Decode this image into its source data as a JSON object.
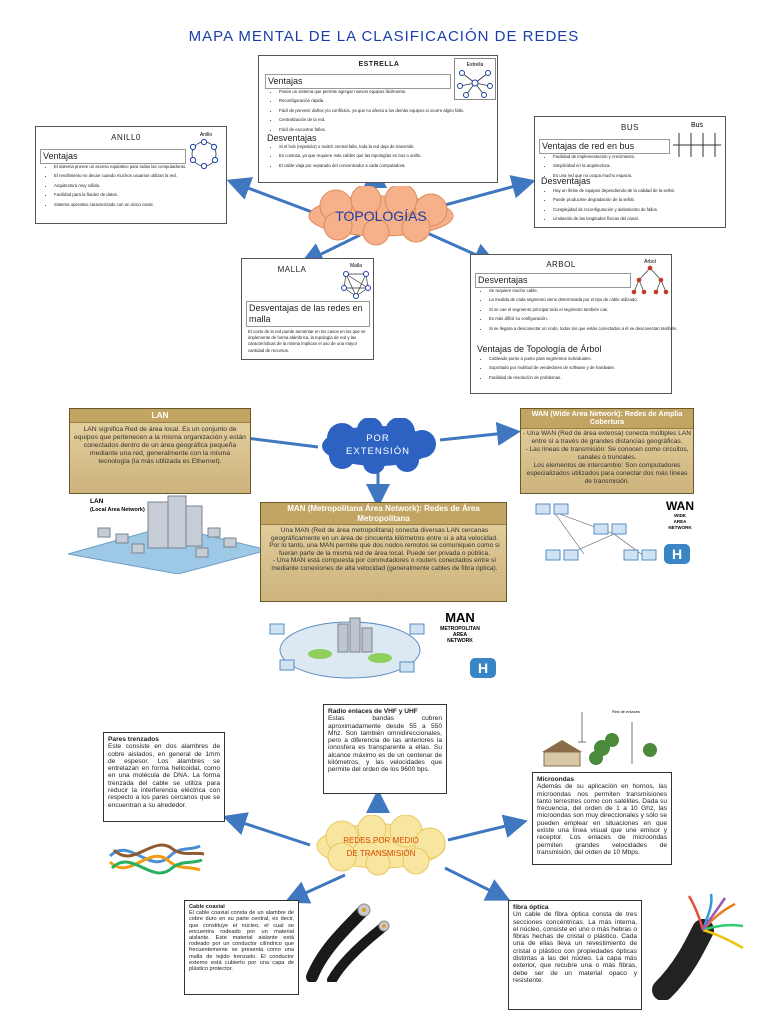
{
  "title": "MAPA MENTAL DE LA CLASIFICACIÓN DE REDES",
  "colors": {
    "title": "#1a3fa8",
    "arrow": "#3f78c0",
    "cloud_orange": "#f6b08a",
    "cloud_blue": "#2e62c2",
    "cloud_yellow": "#f8e6a0",
    "lan_header": "#c2a463",
    "text_orange": "#d84a00"
  },
  "topologias": {
    "label": "TOPOLOGÍAS",
    "estrella": {
      "title": "ESTRELLA",
      "diagram_label": "Estrella",
      "ventajas_title": "Ventajas",
      "ventajas": [
        "Posee un sistema que permite agregar nuevos equipos fácilmente.",
        "Reconfiguración rápida.",
        "Fácil de prevenir daños y/o conflictos, ya que no afecta a los demás equipos si ocurre algún fallo.",
        "Centralización de la red.",
        "Fácil de encontrar fallos."
      ],
      "desventajas_title": "Desventajas",
      "desventajas": [
        "Si el hub (repetidor) o switch central falla, toda la red deja de transmitir.",
        "Es costosa, ya que requiere más cables que las topologías en bus o anillo.",
        "El cable viaja por separado del concentrador a cada computadora."
      ]
    },
    "anillo": {
      "title": "ANILL0",
      "diagram_label": "Anillo",
      "ventajas_title": "Ventajas",
      "ventajas": [
        "El sistema provee un acceso equitativo para todas las computadoras.",
        "El rendimiento no decae cuando muchos usuarios utilizan la red.",
        "Arquitectura muy sólida.",
        "Facilidad para la fluidez de datos.",
        "Sistema operativo caracterizado con un único canal."
      ]
    },
    "bus": {
      "title": "BUS",
      "diagram_label": "Bus",
      "ventajas_title": "Ventajas de red en bus",
      "ventajas": [
        "Facilidad de implementación y crecimiento.",
        "Simplicidad en la arquitectura.",
        "Es una red que no ocupa mucho espacio."
      ],
      "desventajas_title": "Desventajas",
      "desventajas": [
        "Hay un límite de equipos dependiendo de la calidad de la señal.",
        "Puede producirse degradación de la señal.",
        "Complejidad de reconfiguración y aislamiento de fallos.",
        "Limitación de las longitudes físicas del canal."
      ]
    },
    "malla": {
      "title": "MALLA",
      "diagram_label": "Malla",
      "desventajas_title": "Desventajas de las redes en malla",
      "texto": "El costo de la red puede aumentar en los casos en los que se implemente de forma alámbrica, la topología de red y las características de la misma implican el uso de una mayor cantidad de recursos."
    },
    "arbol": {
      "title": "ARBOL",
      "diagram_label": "Árbol",
      "desventajas_title": "Desventajas",
      "desventajas": [
        "Se requiere mucho cable.",
        "La medida de cada segmento viene determinada por el tipo de cable utilizado.",
        "Si se cae el segmento principal todo el segmento también cae.",
        "Es más difícil su configuración.",
        "Si se llegara a desconectar un nodo, todos los que están conectados a él se desconectan también."
      ],
      "ventajas_title": "Ventajas de Topología de Árbol",
      "ventajas": [
        "Cableado punto a punto para segmentos individuales.",
        "Soportado por multitud de vendedores de software y de hardware.",
        "Facilidad de resolución de problemas."
      ]
    }
  },
  "extension": {
    "label_1": "POR",
    "label_2": "EXTENSIÓN",
    "lan": {
      "title": "LAN",
      "text": "LAN significa Red de área local. Es un conjunto de equipos que pertenecen a la misma organización y están conectados dentro de un área geográfica pequeña mediante una red, generalmente con la misma tecnología (la más utilizada es Ethernet).",
      "image_label_1": "LAN",
      "image_label_2": "(Local Area Network)"
    },
    "wan": {
      "title": "WAN (Wide Area Network): Redes de Amplia Cobertura",
      "text_1": "- Una WAN (Red de área extensa) conecta múltiples LAN entre sí a través de grandes distancias geográficas.",
      "text_2": "- Las líneas de transmisión: Se conocen como circuitos, canales o truncales.",
      "text_3": "Los elementos de intercambio: Son computadores especializados utilizados para conectar dos más líneas de transmisión.",
      "image_label_1": "WAN",
      "image_label_2": "WIDE",
      "image_label_3": "AREA",
      "image_label_4": "NETWORK"
    },
    "man": {
      "title": "MAN (Metropolitana Área Network): Redes de Área Metropolitana",
      "text": "Una MAN (Red de área metropolitana) conecta diversas LAN cercanas geográficamente en un área de cincuenta kilómetros entre sí a alta velocidad. Por lo tanto, una MAN permite que dos nodos remotos se comuniquen como si fueran parte de la misma red de área local. Puede ser privada o pública.",
      "text_2": "- Una MAN está compuesta por conmutadores o routers conectados entre sí mediante conexiones de alta velocidad (generalmente cables de fibra óptica).",
      "image_label_1": "MAN",
      "image_label_2": "METROPOLITAN",
      "image_label_3": "AREA",
      "image_label_4": "NETWORK"
    }
  },
  "medio": {
    "label_1": "REDES POR MEDIO",
    "label_2": "DE TRANSMISIÓN",
    "pares": {
      "title": "Pares trenzados",
      "text": "Este consiste en dos alambres de cobre aislados, en general de 1mm de espesor. Los alambres se entrelazan en forma helicoidal, como en una molécula de DNA. La forma trenzada del cable se utiliza para reducir la interferencia eléctrica con respecto a los pares cercanos que se encuentran a su alrededor."
    },
    "radio": {
      "title": "Radio enlaces de VHF y UHF",
      "text": "Estas bandas cubren aproximadamente desde 55 a 550 Mhz. Son también omnidireccionales, pero a diferencia de las anteriores la ionosfera es transparente a ellas. Su alcance máximo es de un centenar de kilómetros, y las velocidades que permite del orden de los 9600 bps."
    },
    "microondas": {
      "title": "Microondas",
      "text": "Además de su aplicación en hornos, las microondas nos permiten transmisiones tanto terrestres como con satélites. Dada su frecuencia, del orden de 1 a 10 Ghz, las microondas son muy direccionales y sólo se pueden emplear en situaciones en que existe una línea visual que une emisor y receptor. Los enlaces de microondas permiten grandes velocidades de transmisión, del orden de 10 Mbps.",
      "image_label_1": "Red de enlaces"
    },
    "coaxial": {
      "title": "Cable coaxial",
      "text": "El cable coaxial consta de un alambre de cobre duro en su parte central, es decir, que constituye el núcleo, el cual se encuentra rodeado por un material aislante. Este material aislante está rodeado por un conductor cilíndrico que frecuentemente se presenta como una malla de tejido trenzado. El conductor externo está cubierto por una capa de plástico protector."
    },
    "fibra": {
      "title": "fibra óptica",
      "text": "Un cable de fibra óptica consta de tres secciones concéntricas. La más interna, el núcleo, consiste en uno o más hebras o fibras hechas de cristal o plástico. Cada una de ellas lleva un revestimiento de cristal o plástico con propiedades ópticas distintas a las del núcleo. La capa más exterior, que recubre una o más fibras, debe ser de un material opaco y resistente."
    }
  }
}
